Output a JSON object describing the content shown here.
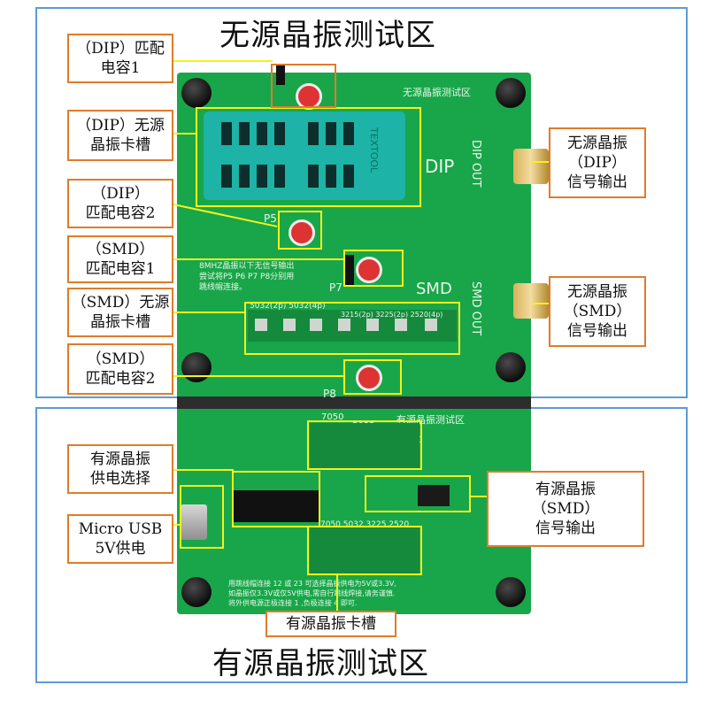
{
  "sections": {
    "passive": {
      "title": "无源晶振测试区"
    },
    "active": {
      "title": "有源晶振测试区"
    }
  },
  "labels": {
    "dip_cap1": "（DIP）匹配\n电容1",
    "dip_slot": "（DIP）无源\n晶振卡槽",
    "dip_cap2": "（DIP）\n匹配电容2",
    "smd_cap1": "（SMD）\n匹配电容1",
    "smd_slot": "（SMD）无源\n晶振卡槽",
    "smd_cap2": "（SMD）\n匹配电容2",
    "dip_out": "无源晶振\n（DIP）\n信号输出",
    "smd_out": "无源晶振\n（SMD）\n信号输出",
    "power_select": "有源晶振\n供电选择",
    "usb": "Micro USB\n5V供电",
    "active_out": "有源晶振\n（SMD）\n信号输出",
    "active_slot": "有源晶振卡槽"
  },
  "pcb_silkscreen": {
    "dip_label": "DIP",
    "smd_label": "SMD",
    "dip_out": "DIP OUT",
    "smd_out": "SMD OUT",
    "top_title": "无源晶振测试区",
    "lower_title": "有源晶振测试区",
    "note1": "8MHZ晶振以下无信号输出",
    "note2": "尝试将P5 P6 P7 P8分别用",
    "note3": "跳线帽连接。",
    "p5": "P5",
    "p7": "P7",
    "p8": "P8",
    "smd_sizes": "5032(2p) 5032(4p)",
    "smd_sizes2": "3215(2p) 3225(2p) 2520(4p)",
    "act_sizes_a": "7050",
    "act_sizes_b": "5032",
    "act_sizes_c": "3225",
    "act_sizes_d": "2520",
    "act_sizes_row2": "7050  5032  3225  2520",
    "instr1": "用跳线帽连接 12 或 23 可选择晶振供电为5V或3.3V,",
    "instr2": "如晶振仅3.3V或仅5V供电,需自行跳线焊接,请务谨慎.",
    "instr3": "将外供电源正极连接 1 ,负极连接 4 即可.",
    "dip_chip": "TEXTOOL"
  },
  "colors": {
    "frame": "#5b9bd5",
    "label_border": "#e07b2a",
    "highlight": "#f3f31c",
    "pcb": "#19a64a"
  }
}
